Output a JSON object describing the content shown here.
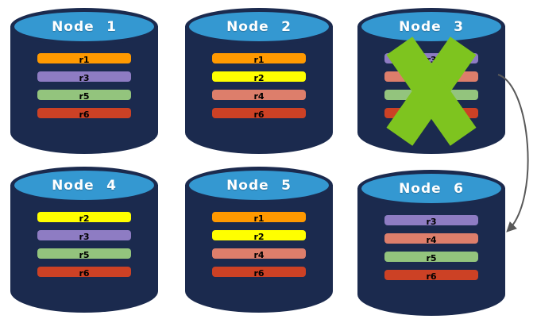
{
  "palette": {
    "background": "#FFFFFF",
    "cylinder_body": "#1B2A4E",
    "cylinder_top": "#3498D1",
    "node_title_color": "#FFFFFF",
    "bar_label_color": "#000000",
    "failure_x_color": "#7EC41F",
    "arrow_color": "#595959"
  },
  "replica_colors": {
    "r1": "#FF9900",
    "r2": "#FFFF00",
    "r3": "#8E7CC3",
    "r4": "#DD7E6B",
    "r5": "#93C47D",
    "r6": "#CC4125"
  },
  "nodes": [
    {
      "title": "Node 1",
      "failed": false,
      "replicas": [
        {
          "label": "r1",
          "color": "#FF9900"
        },
        {
          "label": "r3",
          "color": "#8E7CC3"
        },
        {
          "label": "r5",
          "color": "#93C47D"
        },
        {
          "label": "r6",
          "color": "#CC4125"
        }
      ]
    },
    {
      "title": "Node 2",
      "failed": false,
      "replicas": [
        {
          "label": "r1",
          "color": "#FF9900"
        },
        {
          "label": "r2",
          "color": "#FFFF00"
        },
        {
          "label": "r4",
          "color": "#DD7E6B"
        },
        {
          "label": "r6",
          "color": "#CC4125"
        }
      ]
    },
    {
      "title": "Node 3",
      "failed": true,
      "replicas": [
        {
          "label": "r3",
          "color": "#8E7CC3"
        },
        {
          "label": "r4",
          "color": "#DD7E6B"
        },
        {
          "label": "r5",
          "color": "#93C47D"
        },
        {
          "label": "r6",
          "color": "#CC4125"
        }
      ]
    },
    {
      "title": "Node 4",
      "failed": false,
      "replicas": [
        {
          "label": "r2",
          "color": "#FFFF00"
        },
        {
          "label": "r3",
          "color": "#8E7CC3"
        },
        {
          "label": "r5",
          "color": "#93C47D"
        },
        {
          "label": "r6",
          "color": "#CC4125"
        }
      ]
    },
    {
      "title": "Node 5",
      "failed": false,
      "replicas": [
        {
          "label": "r1",
          "color": "#FF9900"
        },
        {
          "label": "r2",
          "color": "#FFFF00"
        },
        {
          "label": "r4",
          "color": "#DD7E6B"
        },
        {
          "label": "r6",
          "color": "#CC4125"
        }
      ]
    },
    {
      "title": "Node 6",
      "failed": false,
      "replicas": [
        {
          "label": "r3",
          "color": "#8E7CC3"
        },
        {
          "label": "r4",
          "color": "#DD7E6B"
        },
        {
          "label": "r5",
          "color": "#93C47D"
        },
        {
          "label": "r6",
          "color": "#CC4125"
        }
      ]
    }
  ],
  "arrow": {
    "from": "Node 3",
    "to": "Node 6"
  }
}
